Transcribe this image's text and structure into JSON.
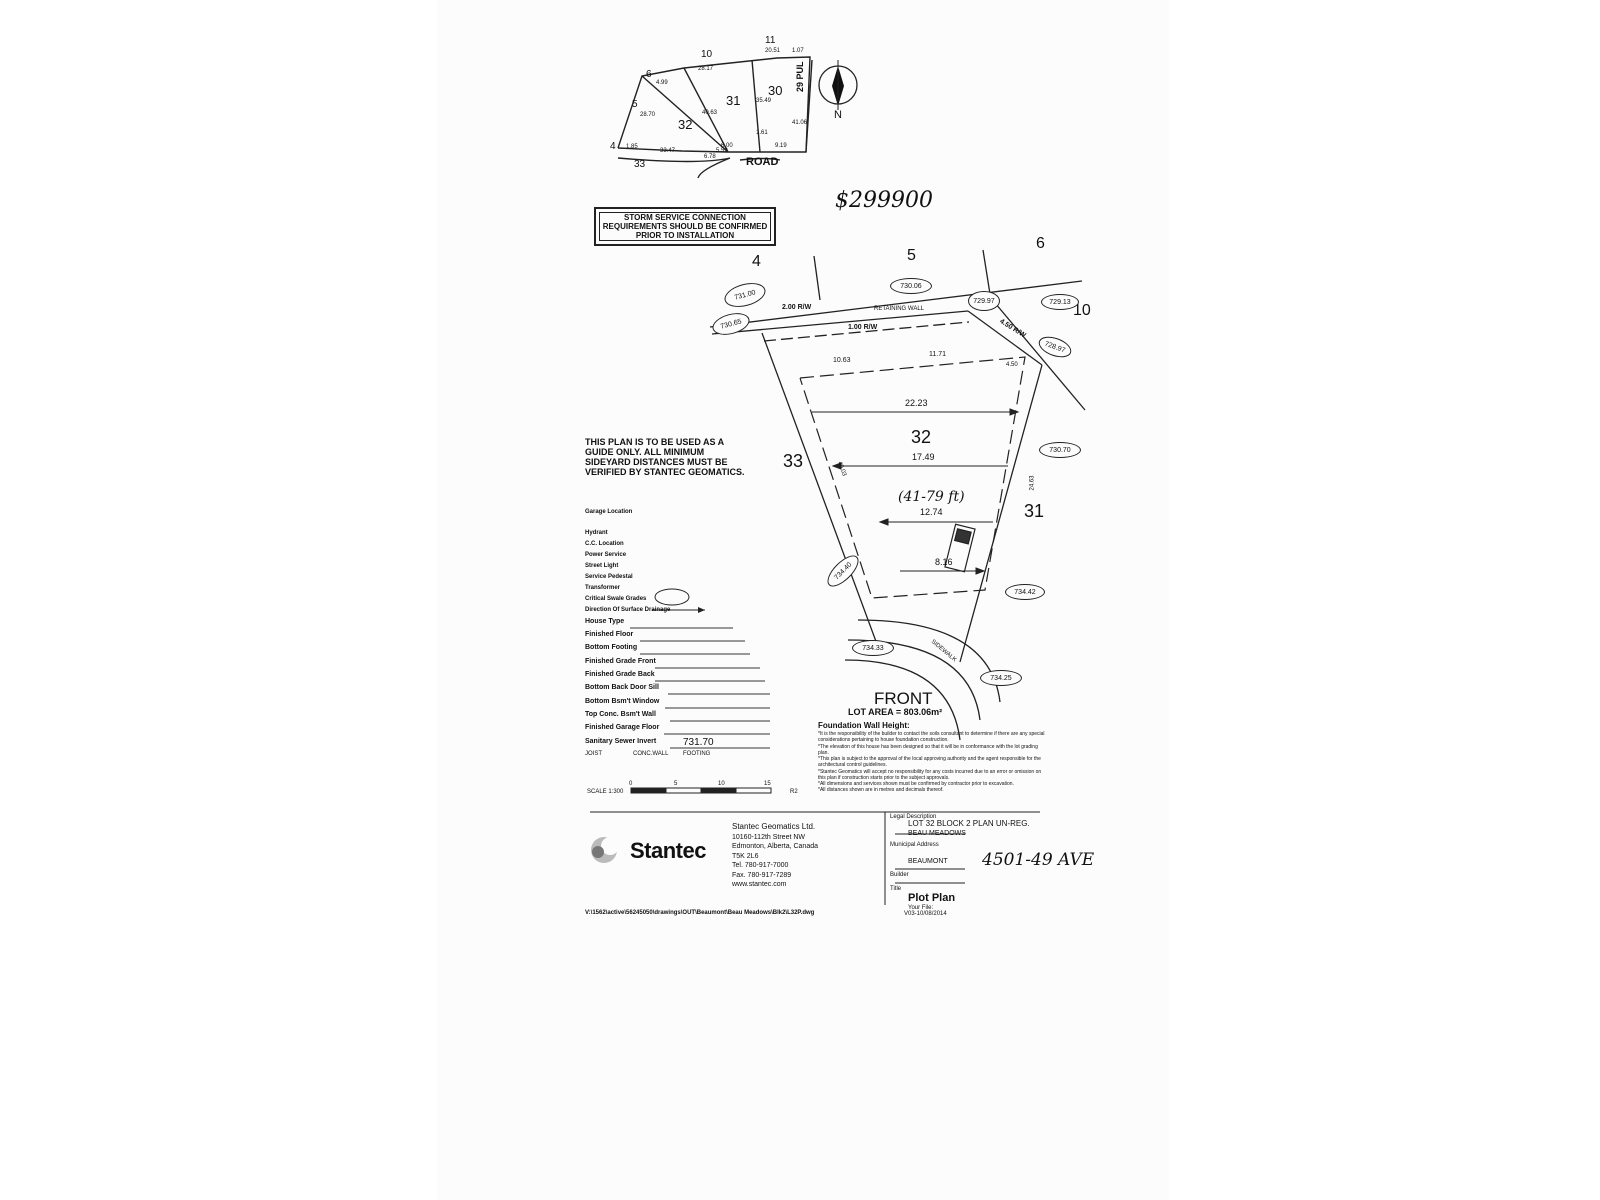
{
  "key_map": {
    "lots": [
      "4",
      "5",
      "6",
      "10",
      "11",
      "30",
      "31",
      "32",
      "33"
    ],
    "road_label": "ROAD",
    "pul_label": "29 PUL",
    "north": "N",
    "dims": [
      "28.17",
      "20.51",
      "1.07",
      "4.99",
      "40.63",
      "35.49",
      "41.06",
      "1.61",
      "6.00",
      "9.19",
      "33.47",
      "1.85",
      "6.78",
      "5.59",
      "28.70"
    ]
  },
  "storm_notice": [
    "STORM SERVICE CONNECTION",
    "REQUIREMENTS SHOULD BE CONFIRMED",
    "PRIOR TO INSTALLATION"
  ],
  "price_note": "$299900",
  "plot": {
    "lots": {
      "l4": "4",
      "l5": "5",
      "l6": "6",
      "l10": "10",
      "l33": "33",
      "l32": "32",
      "l31": "31"
    },
    "rw_top": "2.00 R/W",
    "rw_inner": "1.00 R/W",
    "rw_right": "4.50 R/W",
    "retaining_wall": "RETAINING WALL",
    "elevations": {
      "e1": "731.00",
      "e2": "730.65",
      "e3": "730.06",
      "e4": "729.97",
      "e5": "729.13",
      "e6": "728.97",
      "e7": "730.70",
      "e8": "734.40",
      "e9": "734.42",
      "e10": "734.33",
      "e11": "734.25"
    },
    "dims": {
      "d1": "10.63",
      "d2": "11.71",
      "d3": "22.23",
      "d4": "17.49",
      "d5": "12.74",
      "d6": "8.16",
      "d7": "24.63",
      "d8": "40.03",
      "d9": "4.50"
    },
    "hand_note": "(41-79 ft)",
    "sidewalk": "SIDEWALK",
    "front": "FRONT",
    "lot_area": "LOT AREA = 803.06m²"
  },
  "guide_note": "THIS PLAN IS TO BE USED AS A GUIDE ONLY. ALL MINIMUM SIDEYARD DISTANCES MUST BE VERIFIED BY STANTEC GEOMATICS.",
  "legend": [
    "Garage Location",
    "Hydrant",
    "C.C. Location",
    "Power Service",
    "Street Light",
    "Service Pedestal",
    "Transformer",
    "Critical Swale Grades",
    "Direction Of Surface Drainage"
  ],
  "form": {
    "fields": [
      "House Type",
      "Finished Floor",
      "Bottom Footing",
      "Finished Grade Front",
      "Finished Grade Back",
      "Bottom Back Door Sill",
      "Bottom Bsm't Window",
      "Top Conc. Bsm't Wall",
      "Finished Garage Floor",
      "Sanitary Sewer Invert"
    ],
    "sewer_value": "731.70",
    "footer_labels": [
      "JOIST",
      "CONC.WALL",
      "FOOTING"
    ],
    "scale_label": "SCALE 1:300",
    "scale_ticks": [
      "0",
      "5",
      "10",
      "15"
    ],
    "rev": "R2"
  },
  "foundation": {
    "label": "Foundation Wall Height:",
    "notes": [
      "*It is the responsibility of the builder to contact the soils consultant to determine if there are any special considerations pertaining to house foundation construction.",
      "*The elevation of this house has been designed so that it will be in conformance with the lot grading plan.",
      "*This plan is subject to the approval of the local approving authority and the agent responsible for the architectural control guidelines.",
      "*Stantec Geomatics will accept no responsibility for any costs incurred due to an error or omission on this plan if construction starts prior to the subject approvals.",
      "*All dimensions and services shown must be confirmed by contractor prior to excavation.",
      "*All distances shown are in metres and decimals thereof."
    ]
  },
  "company": {
    "logo": "Stantec",
    "name": "Stantec Geomatics Ltd.",
    "address": [
      "10160-112th Street NW",
      "Edmonton, Alberta, Canada",
      "T5K 2L6"
    ],
    "tel": "Tel.   780-917-7000",
    "fax": "Fax.   780-917-7289",
    "web": "www.stantec.com"
  },
  "title_block": {
    "legal_label": "Legal Description",
    "legal": "LOT 32  BLOCK 2  PLAN UN-REG.",
    "subdivision": "BEAU MEADOWS",
    "municipal_label": "Municipal Address",
    "municipality": "BEAUMONT",
    "builder_label": "Builder",
    "title_label": "Title",
    "title": "Plot Plan",
    "file_label": "Your File:",
    "date": "V03-10/08/2014",
    "hand_address": "4501-49 AVE"
  },
  "file_path": "V:\\1562\\active\\56245050\\drawings\\OUT\\Beaumont\\Beau Meadows\\Blk2\\L32P.dwg"
}
